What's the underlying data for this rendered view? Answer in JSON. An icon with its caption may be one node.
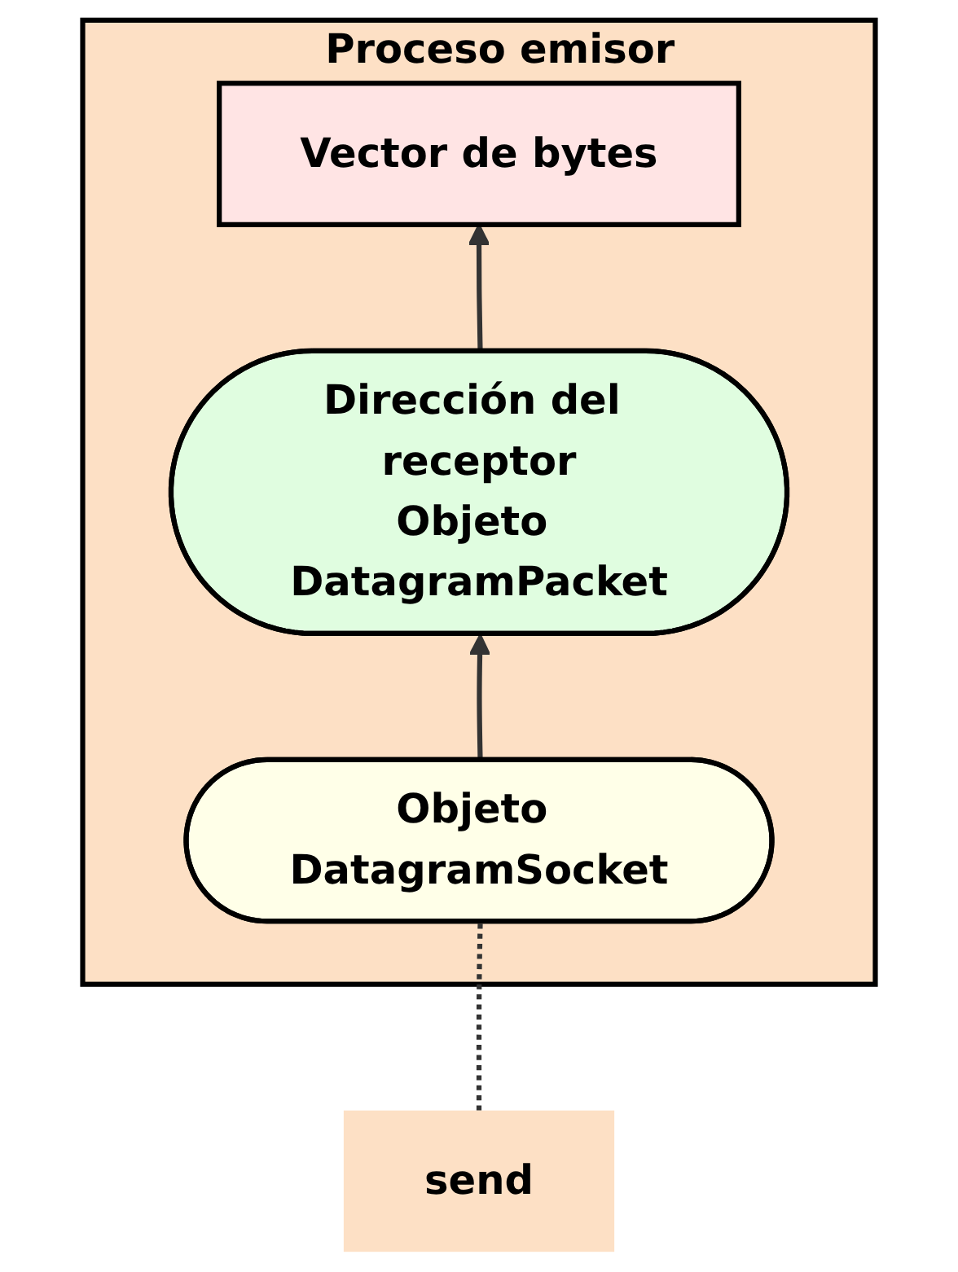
{
  "diagram": {
    "nodes": [
      {
        "text": [
          "Proceso emisor"
        ]
      },
      {
        "text": [
          "Vector de bytes"
        ],
        "in": 0
      },
      {
        "text": [
          "Dirección del receptor",
          "Objeto DatagramPacket"
        ],
        "in": 0
      },
      {
        "text": [
          "Objeto DatagramSocket"
        ],
        "in": 0
      },
      {
        "text": [
          "send"
        ]
      }
    ],
    "edges": [
      {
        "from": 3,
        "to": 2,
        "arrow": "to"
      },
      {
        "from": 2,
        "to": 1,
        "arrow": "to"
      },
      {
        "from": 4,
        "to": 3,
        "arrow": "none",
        "style": "dashed"
      }
    ]
  }
}
